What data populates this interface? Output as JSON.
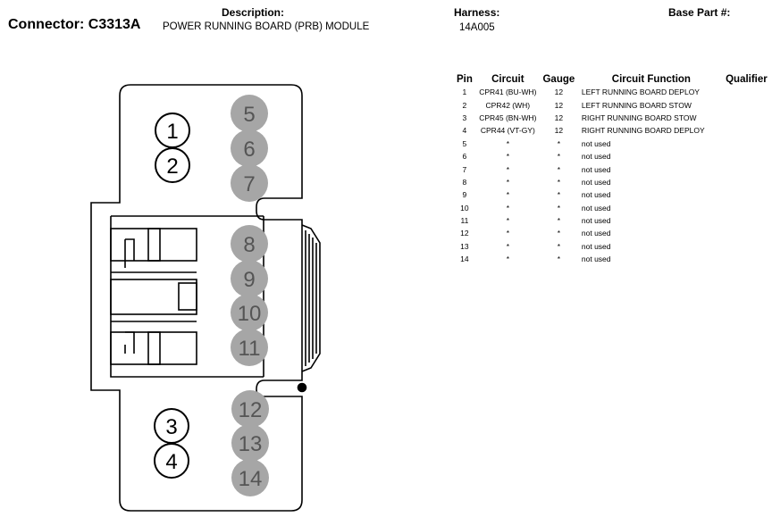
{
  "connector": {
    "label": "Connector: C3313A"
  },
  "description": {
    "label": "Description:",
    "value": "POWER RUNNING BOARD (PRB) MODULE"
  },
  "harness": {
    "label": "Harness:",
    "value": "14A005"
  },
  "base_part": {
    "label": "Base Part #:",
    "value": ""
  },
  "table": {
    "headers": {
      "pin": "Pin",
      "circuit": "Circuit",
      "gauge": "Gauge",
      "function": "Circuit Function",
      "qualifier": "Qualifier"
    },
    "rows": [
      {
        "pin": "1",
        "circuit": "CPR41 (BU-WH)",
        "gauge": "12",
        "function": "LEFT RUNNING BOARD DEPLOY",
        "qualifier": ""
      },
      {
        "pin": "2",
        "circuit": "CPR42 (WH)",
        "gauge": "12",
        "function": "LEFT RUNNING BOARD STOW",
        "qualifier": ""
      },
      {
        "pin": "3",
        "circuit": "CPR45 (BN-WH)",
        "gauge": "12",
        "function": "RIGHT RUNNING BOARD STOW",
        "qualifier": ""
      },
      {
        "pin": "4",
        "circuit": "CPR44 (VT-GY)",
        "gauge": "12",
        "function": "RIGHT RUNNING BOARD DEPLOY",
        "qualifier": ""
      },
      {
        "pin": "5",
        "circuit": "*",
        "gauge": "*",
        "function": "not used",
        "qualifier": ""
      },
      {
        "pin": "6",
        "circuit": "*",
        "gauge": "*",
        "function": "not used",
        "qualifier": ""
      },
      {
        "pin": "7",
        "circuit": "*",
        "gauge": "*",
        "function": "not used",
        "qualifier": ""
      },
      {
        "pin": "8",
        "circuit": "*",
        "gauge": "*",
        "function": "not used",
        "qualifier": ""
      },
      {
        "pin": "9",
        "circuit": "*",
        "gauge": "*",
        "function": "not used",
        "qualifier": ""
      },
      {
        "pin": "10",
        "circuit": "*",
        "gauge": "*",
        "function": "not used",
        "qualifier": ""
      },
      {
        "pin": "11",
        "circuit": "*",
        "gauge": "*",
        "function": "not used",
        "qualifier": ""
      },
      {
        "pin": "12",
        "circuit": "*",
        "gauge": "*",
        "function": "not used",
        "qualifier": ""
      },
      {
        "pin": "13",
        "circuit": "*",
        "gauge": "*",
        "function": "not used",
        "qualifier": ""
      },
      {
        "pin": "14",
        "circuit": "*",
        "gauge": "*",
        "function": "not used",
        "qualifier": ""
      }
    ]
  },
  "diagram": {
    "used_pin_labels": [
      "1",
      "2",
      "3",
      "4"
    ],
    "unused_pin_labels": [
      "5",
      "6",
      "7",
      "8",
      "9",
      "10",
      "11",
      "12",
      "13",
      "14"
    ],
    "unused_pin_color": "#a6a6a6"
  }
}
